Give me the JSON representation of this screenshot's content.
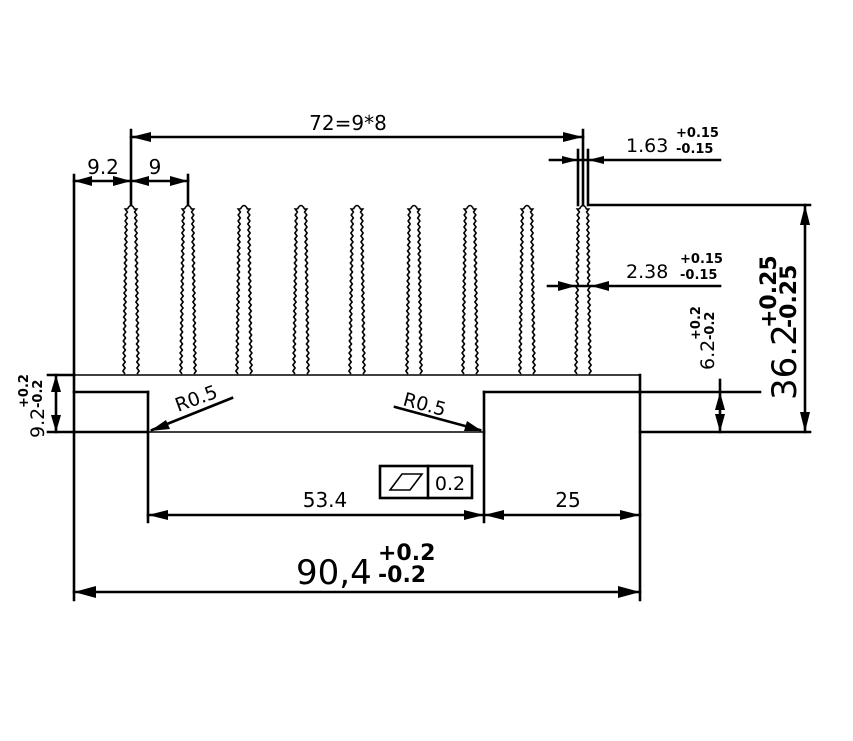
{
  "dimensions": {
    "fin_pitch_total": "72=9*8",
    "first_fin_offset": "9.2",
    "fin_pitch": "9",
    "fin_tip_width": {
      "value": "1.63",
      "tol_plus": "+0.15",
      "tol_minus": "-0.15"
    },
    "fin_root_width": {
      "value": "2.38",
      "tol_plus": "+0.15",
      "tol_minus": "-0.15"
    },
    "overall_height": {
      "value": "36.2",
      "tol_plus": "+0.25",
      "tol_minus": "-0.25"
    },
    "base_step_height": {
      "value": "6.2",
      "tol_plus": "+0.2",
      "tol_minus": "-0.2"
    },
    "base_height": {
      "value": "9.2",
      "tol_plus": "+0.2",
      "tol_minus": "-0.2"
    },
    "fillet_left": "R0.5",
    "fillet_right": "R0.5",
    "slot_width": "53.4",
    "right_flange_width": "25",
    "overall_width": {
      "value": "90,4",
      "tol_plus": "+0.2",
      "tol_minus": "-0.2"
    }
  },
  "flatness_tolerance": {
    "symbol": "parallelogram-flatness-icon",
    "value": "0.2"
  }
}
